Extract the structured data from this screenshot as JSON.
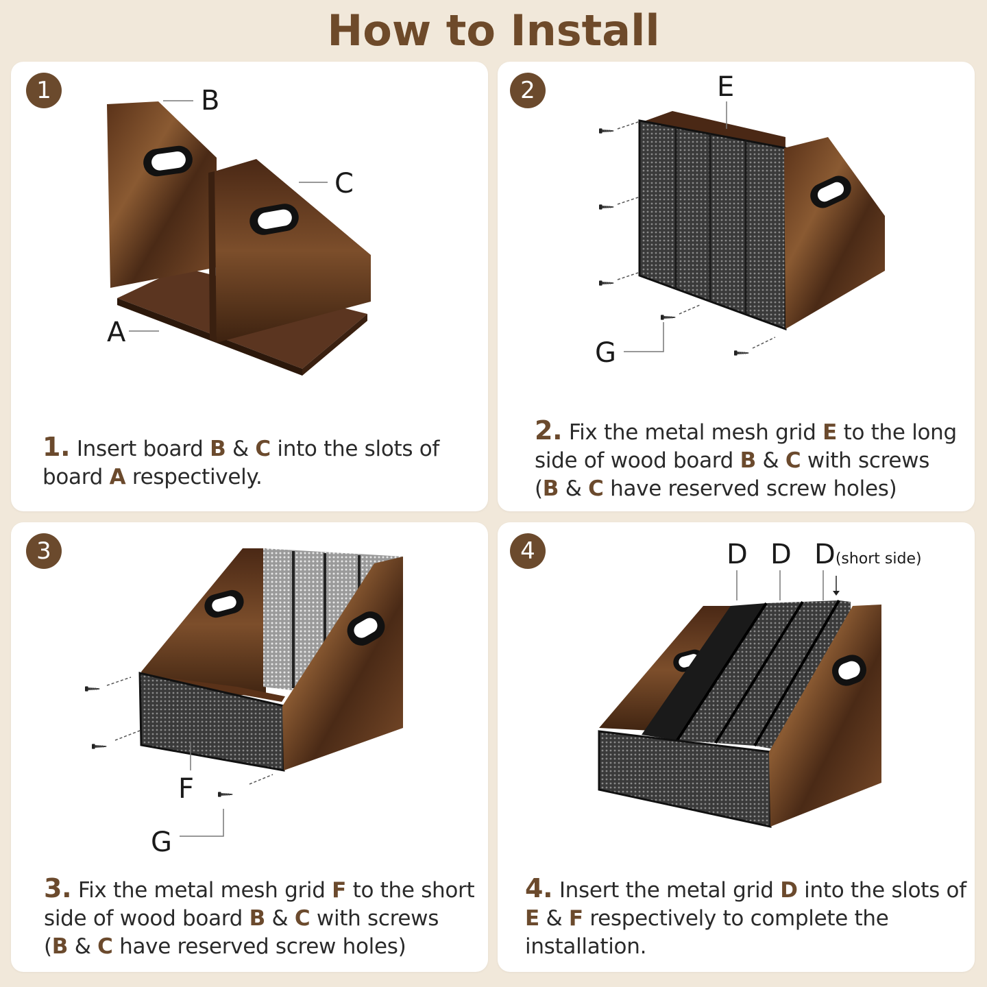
{
  "title": "How to Install",
  "colors": {
    "background": "#f1e8da",
    "accent": "#6b4a2d",
    "wood": "#6a3f22",
    "mesh": "#2b2b2b"
  },
  "steps": [
    {
      "badge": "1",
      "labels": {
        "b": "B",
        "c": "C",
        "a": "A"
      },
      "text": {
        "num": "1.",
        "t1": " Insert board ",
        "k1": "B",
        "t2": " & ",
        "k2": "C",
        "t3": " into the slots of",
        "t4": "board ",
        "k3": "A",
        "t5": " respectively."
      }
    },
    {
      "badge": "2",
      "labels": {
        "e": "E",
        "g": "G"
      },
      "text": {
        "num": "2.",
        "t1": " Fix the metal mesh grid ",
        "k1": "E",
        "t2": " to the long",
        "t3": "side of wood board ",
        "k2": "B",
        "t4": " & ",
        "k3": "C",
        "t5": " with screws",
        "t6": "(",
        "k4": "B",
        "t7": " & ",
        "k5": "C",
        "t8": " have reserved screw holes)"
      }
    },
    {
      "badge": "3",
      "labels": {
        "f": "F",
        "g": "G"
      },
      "text": {
        "num": "3.",
        "t1": " Fix the metal mesh grid ",
        "k1": "F",
        "t2": " to the short",
        "t3": "side of wood board ",
        "k2": "B",
        "t4": " & ",
        "k3": "C",
        "t5": " with screws",
        "t6": "(",
        "k4": "B",
        "t7": " & ",
        "k5": "C",
        "t8": " have reserved screw holes)"
      }
    },
    {
      "badge": "4",
      "labels": {
        "d1": "D",
        "d2": "D",
        "d3": "D",
        "d3note": "(short side)"
      },
      "text": {
        "num": "4.",
        "t1": " Insert the metal grid ",
        "k1": "D",
        "t2": " into the slots of",
        "k2": "E",
        "t3": " & ",
        "k3": "F",
        "t4": " respectively to complete the",
        "t5": "installation."
      }
    }
  ]
}
